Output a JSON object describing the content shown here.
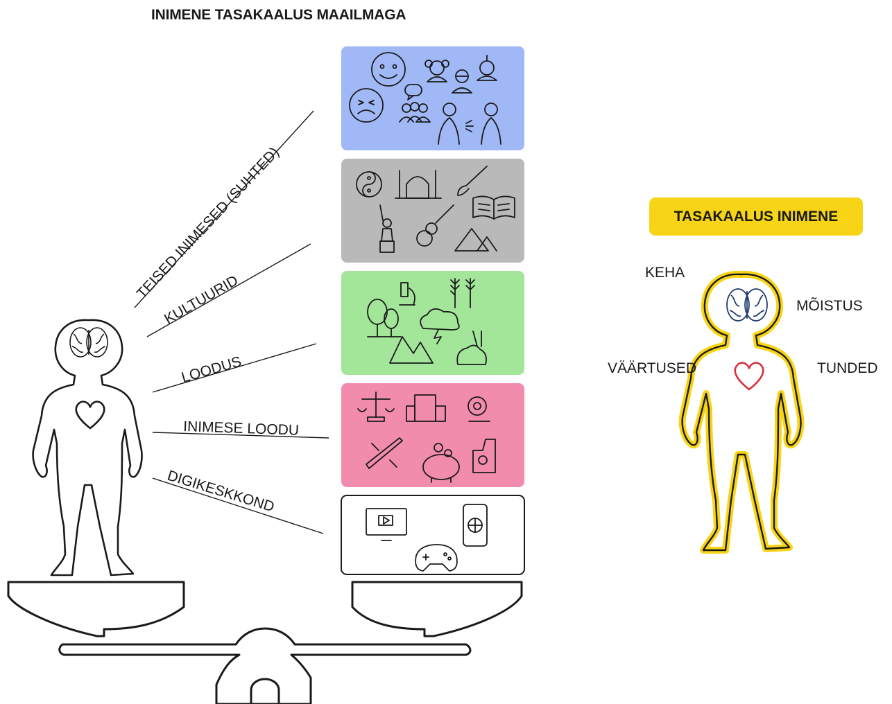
{
  "title": "INIMENE TASAKAALUS MAAILMAGA",
  "categories": [
    {
      "label": "TEISED INIMESED (SUHTED)",
      "color": "#a0b8f5",
      "icons": [
        "smiley-face",
        "sad-face",
        "chat-bubble",
        "group",
        "girl",
        "person-glasses",
        "man",
        "shouting-people"
      ]
    },
    {
      "label": "KULTUURID",
      "color": "#b9b9b9",
      "icons": [
        "yin-yang",
        "mosque",
        "paintbrush",
        "open-book",
        "statue-of-liberty",
        "guitar",
        "pyramids"
      ]
    },
    {
      "label": "LOODUS",
      "color": "#a3e69a",
      "icons": [
        "trees",
        "microscope",
        "wheat",
        "storm-cloud",
        "mountains",
        "rabbit"
      ]
    },
    {
      "label": "INIMESE LOODU",
      "color": "#f28cad",
      "icons": [
        "scales",
        "building",
        "gear",
        "airplane",
        "piggy-bank",
        "factory"
      ]
    },
    {
      "label": "DIGIKESKKOND",
      "color": "#ffffff",
      "icons": [
        "monitor",
        "gamepad",
        "smartphone"
      ]
    }
  ],
  "balanced_person": {
    "badge": "TASAKAALUS INIMENE",
    "labels": {
      "keha": "KEHA",
      "moistus": "MÕISTUS",
      "vaartused": "VÄÄRTUSED",
      "tunded": "TUNDED"
    }
  },
  "colors": {
    "highlight": "#f8d416",
    "heart": "#d8303a",
    "brain": "#1f3b6e",
    "stroke": "#1a1a1a"
  }
}
